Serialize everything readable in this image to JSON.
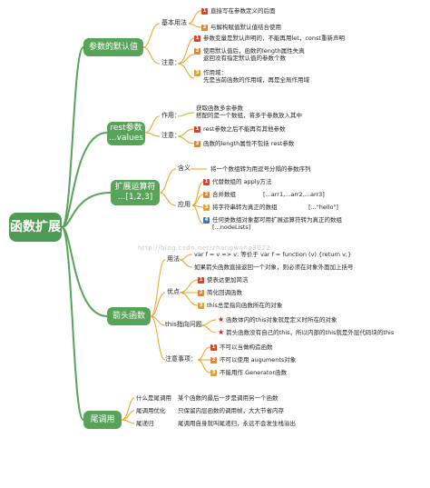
{
  "root": "函数扩展",
  "watermark": "http://blog.csdn.net/zhangwang3022",
  "sections": {
    "defaults": {
      "title": "参数的默认值",
      "basic_label": "基本用法",
      "basic_items": [
        {
          "n": "1",
          "text": "直接写在参数定义的后面"
        },
        {
          "n": "2",
          "text": "与解构赋值默认值结合使用"
        }
      ],
      "note_label": "注意：",
      "note_items": [
        {
          "n": "1",
          "text": "参数变量是默认声明的，不能再用let，const重新声明"
        },
        {
          "n": "2",
          "text": "使用默认值后，函数的length属性失真\n返回没有指定默认值的参数个数"
        },
        {
          "n": "3",
          "text": "作用域：\n先是当前函数的作用域，再是全局作用域"
        }
      ]
    },
    "rest": {
      "title": "rest参数\n...values",
      "use_label": "作用：",
      "use_text": "获取函数多余参数\n搭配的是一个数组，将多于参数放入其中",
      "note_label": "注意：",
      "note_items": [
        {
          "n": "1",
          "text": "rest参数之后不能再有其他参数"
        },
        {
          "n": "2",
          "text": "函数的length属性不包括 rest参数"
        }
      ]
    },
    "spread": {
      "title": "扩展运算符\n...[1,2,3]",
      "meaning_label": "含义",
      "meaning_text": "将一个数组转为用逗号分隔的参数序列",
      "apply_label": "应用",
      "apply_items": [
        {
          "n": "1",
          "text": "代替数组的 apply方法"
        },
        {
          "n": "2",
          "text": "合并数组",
          "extra": "[...arr1,...arr2,...arr3]"
        },
        {
          "n": "3",
          "text": "将字符串转为真正的数组",
          "extra": "[...\"hello\"]"
        },
        {
          "n": "4",
          "text": "任何类数组对象都可用扩展运算符转为真正的数组\n[...nodeLists]"
        }
      ]
    },
    "arrow": {
      "title": "箭头函数",
      "usage_label": "用法",
      "usage_items": [
        "var f = v => v; 等价于  var f = function (v) {return v;}",
        "如果箭头函数直接返回一个对象，则必须在对象外面加上括号"
      ],
      "pros_label": "优点",
      "pros_items": [
        {
          "n": "1",
          "text": "使表达更加简洁"
        },
        {
          "n": "2",
          "text": "简化回调函数"
        },
        {
          "n": "3",
          "text": "this总是指向函数所在的对象"
        }
      ],
      "this_label": "this指向问题",
      "this_items": [
        "函数体内的this对象就是定义时所在的对象",
        "箭头函数没有自己的this，所以内部的this就是外层代码块的this"
      ],
      "note_label": "注意事项：",
      "note_items": [
        {
          "n": "1",
          "text": "不可以当做构造函数"
        },
        {
          "n": "2",
          "text": "不可以使用 auguments对象"
        },
        {
          "n": "3",
          "text": "不能用作 Generator函数"
        }
      ]
    },
    "tail": {
      "title": "尾调用",
      "rows": [
        {
          "label": "什么是尾调用",
          "text": "某个函数的最后一步是调用另一个函数"
        },
        {
          "label": "尾调用优化",
          "text": "只保留内层函数的调用帧，大大节省内存"
        },
        {
          "label": "尾递归",
          "text": "尾调用自身就叫尾递归，永远不会发生栈溢出"
        }
      ]
    }
  }
}
